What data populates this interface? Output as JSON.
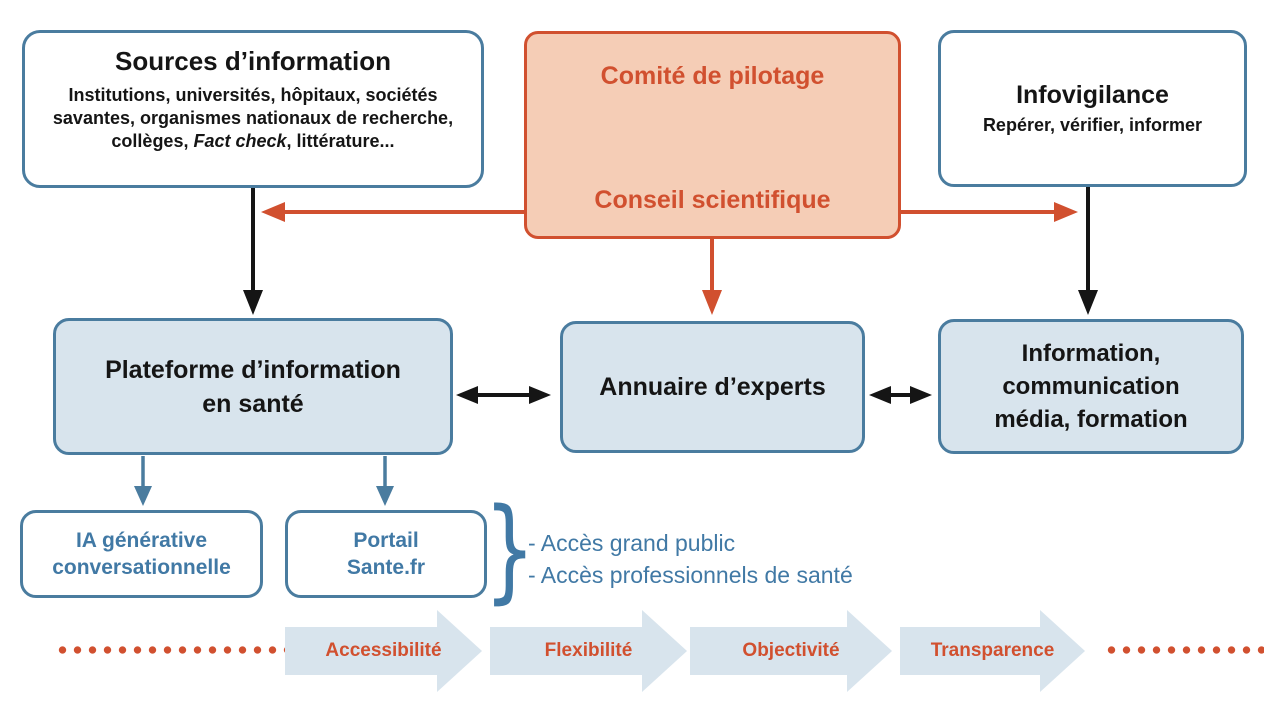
{
  "palette": {
    "blue_border": "#4A7C9F",
    "blue_fill": "#D8E4ED",
    "blue_text": "#4179A5",
    "red": "#D1502F",
    "red_fill": "#F5CDB6",
    "ink": "#151515"
  },
  "boxes": {
    "sources": {
      "title": "Sources d’information",
      "line1": "Institutions, universités, hôpitaux, sociétés",
      "line2": "savantes, organismes nationaux de recherche,",
      "line3_pre": "collèges, ",
      "line3_italic": "Fact check",
      "line3_post": ", littérature..."
    },
    "steering": {
      "top_label": "Comité de pilotage",
      "bottom_label": "Conseil scientifique"
    },
    "infovigilance": {
      "title": "Infovigilance",
      "subtitle": "Repérer, vérifier, informer"
    },
    "plateforme": {
      "label": "Plateforme d’information\nen santé"
    },
    "annuaire": {
      "label": "Annuaire d’experts"
    },
    "information": {
      "label": "Information,\ncommunication\nmédia, formation"
    },
    "ia": {
      "label": "IA générative\nconversationnelle"
    },
    "portail": {
      "label": "Portail\nSante.fr"
    }
  },
  "access": {
    "brace": "}",
    "item1": "- Accès grand public",
    "item2": "- Accès professionnels de santé"
  },
  "values": {
    "labels": [
      "Accessibilité",
      "Flexibilité",
      "Objectivité",
      "Transparence"
    ]
  }
}
